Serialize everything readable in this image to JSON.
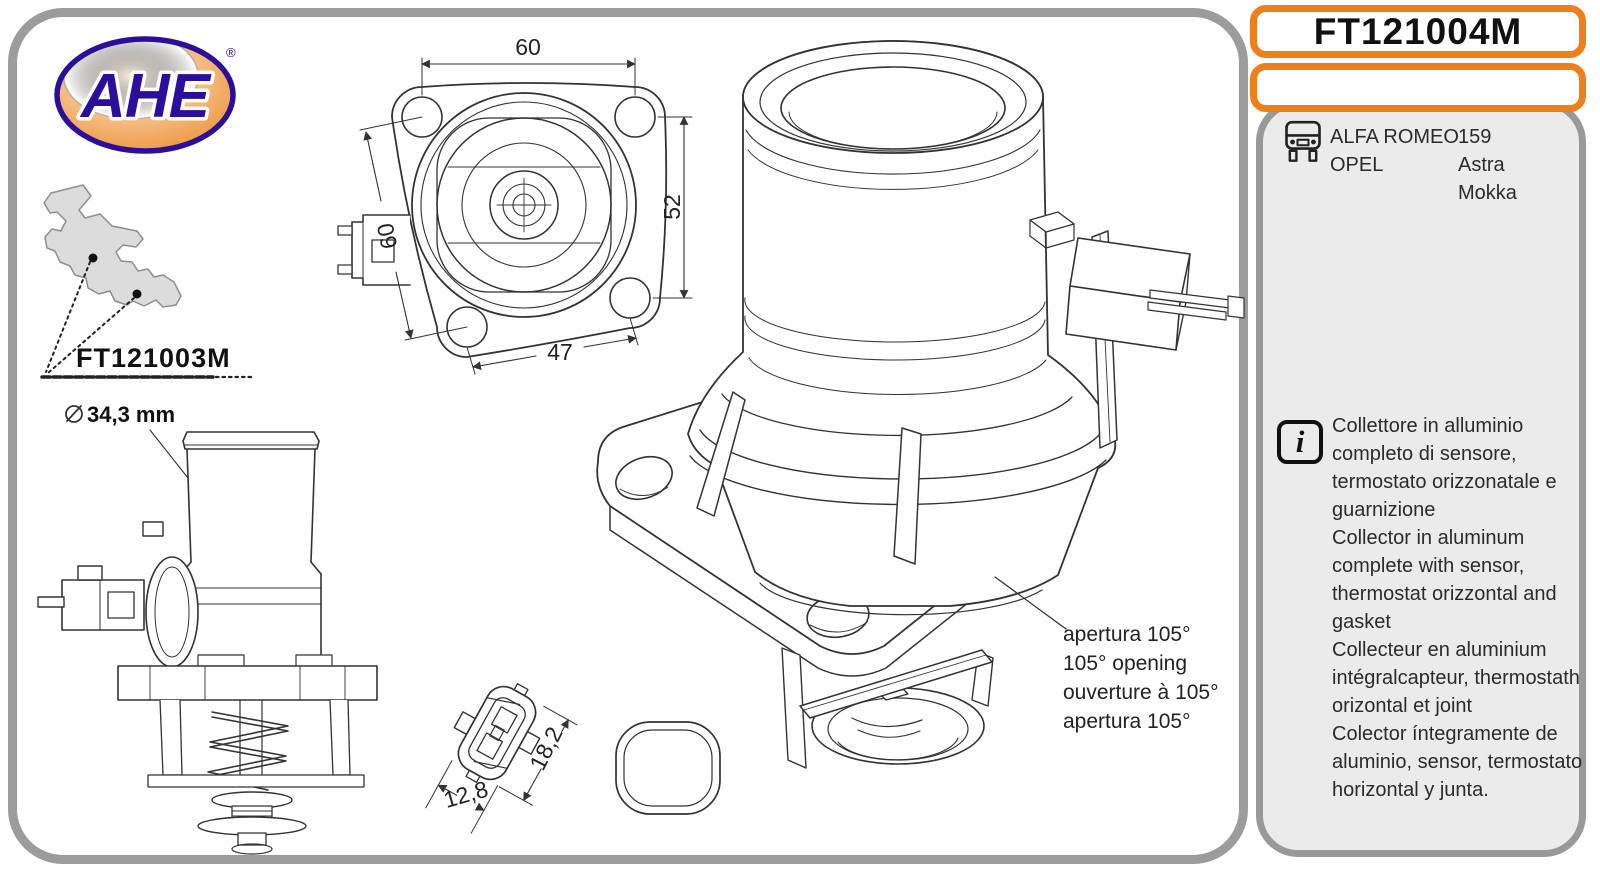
{
  "header": {
    "part_number": "FT121004M",
    "secondary_code": ""
  },
  "brand": {
    "logo_text": "AHE",
    "trademark": "®"
  },
  "reference_part": {
    "code": "FT121003M"
  },
  "drawing_labels": {
    "top_view": {
      "dim_width_top": "60",
      "dim_height_right": "52",
      "dim_diagonal_left": "60",
      "dim_width_bottom": "47"
    },
    "side_view": {
      "diameter_value": "34,3 mm"
    },
    "connector": {
      "dim_height": "18,2",
      "dim_width": "12,8"
    }
  },
  "opening_notes": {
    "lines": [
      "apertura 105°",
      "105° opening",
      "ouverture à 105°",
      "apertura 105°"
    ]
  },
  "applications": {
    "rows": [
      {
        "maker": "ALFA ROMEO",
        "model": "159"
      },
      {
        "maker": "OPEL",
        "model": "Astra"
      },
      {
        "maker": "",
        "model": "Mokka"
      }
    ]
  },
  "info": {
    "icon_glyph": "i",
    "paragraphs": [
      "Collettore in alluminio completo di sensore, termostato orizzonatale e guarnizione",
      "Collector in aluminum complete with sensor, thermostat orizzontal and gasket",
      "Collecteur en aluminium intégralcapteur, thermostath orizontal et joint",
      "Colector íntegramente de aluminio, sensor, termostato horizontal y junta."
    ]
  },
  "colors": {
    "accent_orange": "#EE7F1B",
    "logo_navy": "#2B0E9B",
    "frame_gray": "#9C9C9C",
    "panel_gray": "#EBEBEB"
  }
}
